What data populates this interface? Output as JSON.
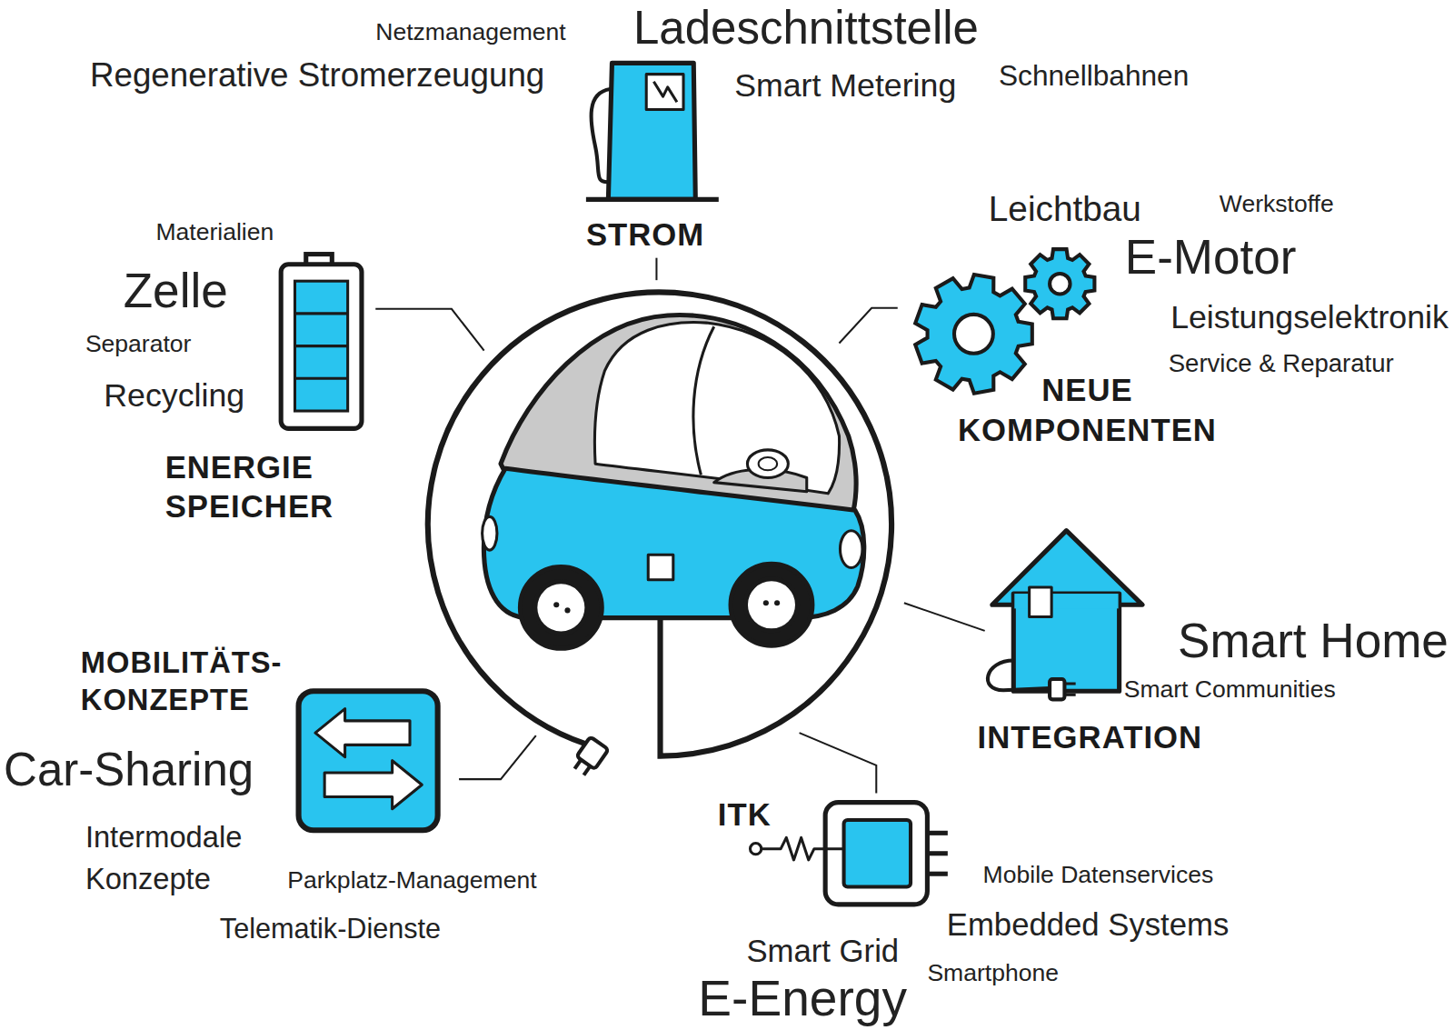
{
  "diagram": {
    "nodes": [
      {
        "text": [
          "STROM"
        ]
      },
      {
        "text": [
          "ENERGIE SPEICHER"
        ]
      },
      {
        "text": [
          "NEUE KOMPONENTEN"
        ]
      },
      {
        "text": [
          "MOBILITÄTS-KONZEPTE"
        ]
      },
      {
        "text": [
          "INTEGRATION"
        ]
      },
      {
        "text": [
          "ITK"
        ]
      }
    ],
    "labels": [
      "Netzmanagement",
      "Ladeschnittstelle",
      "Regenerative Stromerzeugung",
      "Smart Metering",
      "Schnellbahnen",
      "Materialien",
      "Zelle",
      "Separator",
      "Recycling",
      "Leichtbau",
      "Werkstoffe",
      "E-Motor",
      "Leistungselektronik",
      "Service & Reparatur",
      "Smart Home",
      "Smart Communities",
      "Car-Sharing",
      "Intermodale Konzepte",
      "Parkplatz-Management",
      "Telematik-Dienste",
      "Mobile Datenservices",
      "Embedded Systems",
      "Smart Grid",
      "Smartphone",
      "E-Energy"
    ]
  }
}
